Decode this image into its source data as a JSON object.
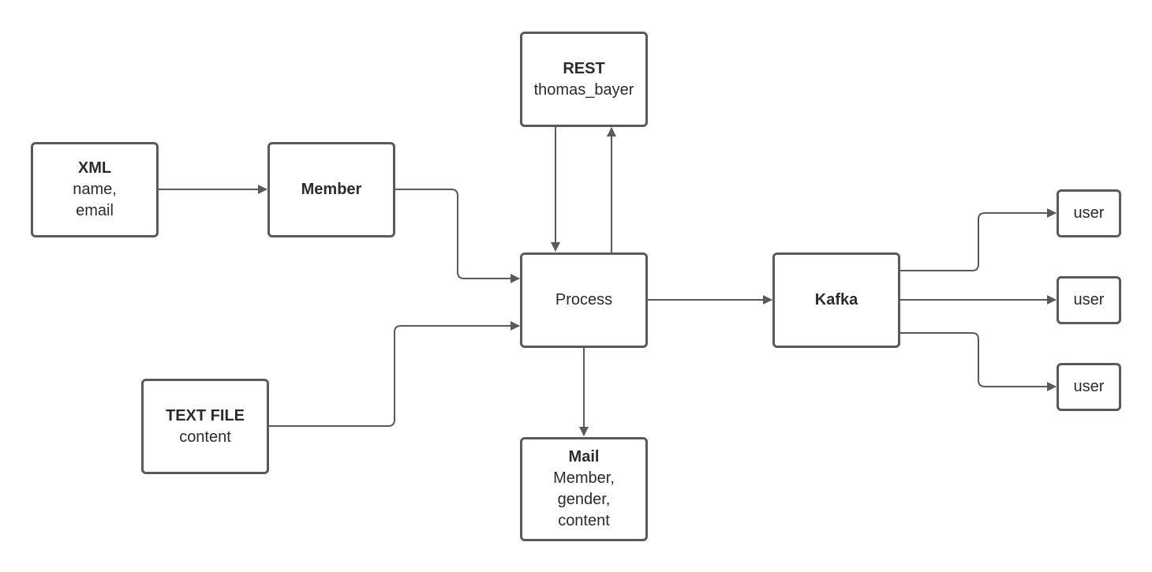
{
  "nodes": {
    "xml": {
      "title": "XML",
      "lines": [
        "name,",
        "email"
      ]
    },
    "member": {
      "title": "Member"
    },
    "rest": {
      "title": "REST",
      "lines": [
        "thomas_bayer"
      ]
    },
    "process": {
      "label": "Process"
    },
    "text_file": {
      "title": "TEXT FILE",
      "lines": [
        "content"
      ]
    },
    "mail": {
      "title": "Mail",
      "lines": [
        "Member,",
        "gender,",
        "content"
      ]
    },
    "kafka": {
      "title": "Kafka"
    },
    "user1": {
      "label": "user"
    },
    "user2": {
      "label": "user"
    },
    "user3": {
      "label": "user"
    }
  },
  "edges": [
    {
      "from": "xml",
      "to": "member"
    },
    {
      "from": "member",
      "to": "process"
    },
    {
      "from": "text_file",
      "to": "process"
    },
    {
      "from": "rest",
      "to": "process"
    },
    {
      "from": "process",
      "to": "rest"
    },
    {
      "from": "process",
      "to": "mail"
    },
    {
      "from": "process",
      "to": "kafka"
    },
    {
      "from": "kafka",
      "to": "user1"
    },
    {
      "from": "kafka",
      "to": "user2"
    },
    {
      "from": "kafka",
      "to": "user3"
    }
  ],
  "colors": {
    "stroke": "#5a5a5a",
    "text": "#2b2b2b",
    "background": "#ffffff"
  }
}
